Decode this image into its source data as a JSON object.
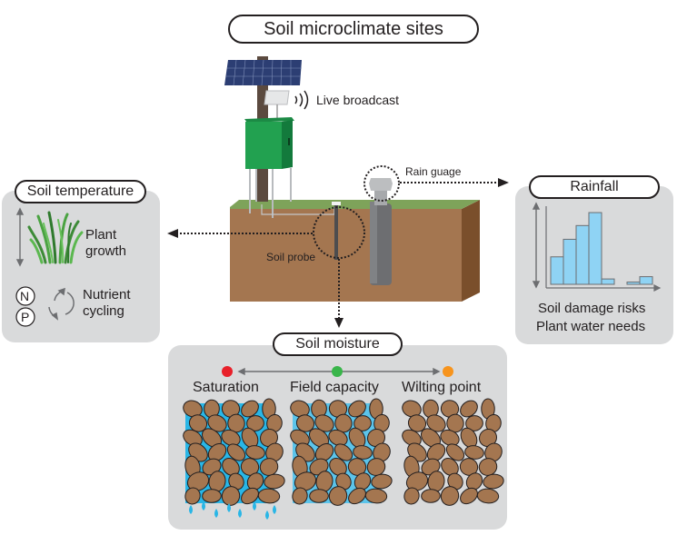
{
  "title": "Soil microclimate sites",
  "station": {
    "broadcast_label": "Live broadcast",
    "rain_gauge_label": "Rain guage",
    "soil_probe_label": "Soil probe"
  },
  "soil_temperature": {
    "title": "Soil temperature",
    "items": [
      {
        "icon": "grass-icon",
        "label_line1": "Plant",
        "label_line2": "growth"
      },
      {
        "icon": "nutrient-cycle-icon",
        "label_line1": "Nutrient",
        "label_line2": "cycling",
        "badges": [
          "N",
          "P"
        ]
      }
    ]
  },
  "rainfall": {
    "title": "Rainfall",
    "histogram_relative_heights": [
      0.36,
      0.59,
      0.77,
      0.94,
      0.07,
      0.0,
      0.03,
      0.1
    ],
    "line1": "Soil damage risks",
    "line2": "Plant water needs"
  },
  "soil_moisture": {
    "title": "Soil moisture",
    "states": [
      {
        "label": "Saturation",
        "color": "#e8202a",
        "water": "full"
      },
      {
        "label": "Field capacity",
        "color": "#39b54a",
        "water": "partial"
      },
      {
        "label": "Wilting point",
        "color": "#f7941d",
        "water": "none"
      }
    ]
  },
  "colors": {
    "panel": "#d9dadb",
    "soil_front": "#a47650",
    "soil_side": "#7a4f2b",
    "grass": "#7ea35a",
    "water": "#29b6e6",
    "bar_fill": "#8fd3f4"
  }
}
